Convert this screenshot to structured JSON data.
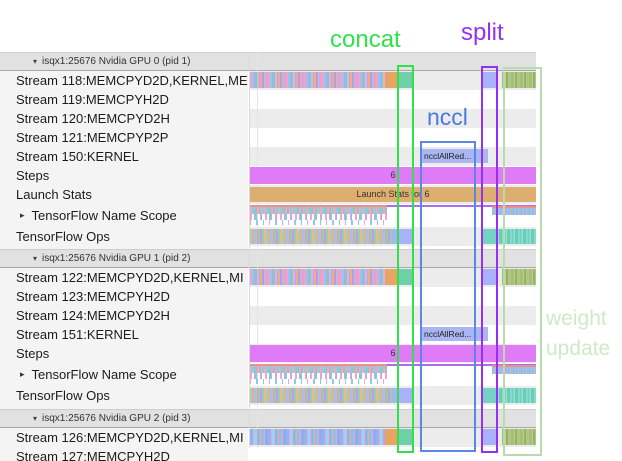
{
  "annotations": {
    "concat": {
      "text": "concat"
    },
    "split": {
      "text": "split"
    },
    "nccl": {
      "text": "nccl"
    },
    "weight_update": {
      "line1": "weight",
      "line2": "update"
    }
  },
  "colors": {
    "concat_green": "#2fe24c",
    "split_purple": "#9333f2",
    "nccl_blue": "#4a7ae0",
    "nccl_box_blue": "#5b87e5",
    "weight_update_green": "#cfe9c7",
    "weight_update_box_green": "#b9d9ae",
    "steps_bar": "#e07bf7",
    "launch_stats_bar": "#dcae6f",
    "nccl_bar_fill": "#a9b6f1"
  },
  "icons": {
    "collapse": "▾",
    "expand": "▸"
  },
  "sections": [
    {
      "header": "isqx1:25676 Nvidia GPU 0 (pid 1)",
      "rows": [
        {
          "label": "Stream 118:MEMCPYD2D,KERNEL,ME",
          "pattern": "stream_busy",
          "shaded": true
        },
        {
          "label": "Stream 119:MEMCPYH2D",
          "pattern": "empty",
          "shaded": false
        },
        {
          "label": "Stream 120:MEMCPYD2H",
          "pattern": "empty",
          "shaded": true
        },
        {
          "label": "Stream 121:MEMCPYP2P",
          "pattern": "empty",
          "shaded": false
        },
        {
          "label": "Stream 150:KERNEL",
          "pattern": "nccl",
          "shaded": true,
          "bar_label": "ncclAllRed..."
        },
        {
          "label": "Steps",
          "pattern": "steps",
          "shaded": false,
          "bar_label": "6"
        },
        {
          "label": "Launch Stats",
          "pattern": "launch",
          "shaded": true,
          "bar_label": "Launch Stats for 6"
        },
        {
          "label": "TensorFlow Name Scope",
          "pattern": "namescope",
          "shaded": false,
          "expandable": true,
          "tall": true
        },
        {
          "label": "TensorFlow Ops",
          "pattern": "ops",
          "shaded": true
        }
      ]
    },
    {
      "header": "isqx1:25676 Nvidia GPU 1 (pid 2)",
      "rows": [
        {
          "label": "Stream 122:MEMCPYD2D,KERNEL,MI",
          "pattern": "stream_busy",
          "shaded": true
        },
        {
          "label": "Stream 123:MEMCPYH2D",
          "pattern": "empty",
          "shaded": false
        },
        {
          "label": "Stream 124:MEMCPYD2H",
          "pattern": "empty",
          "shaded": true
        },
        {
          "label": "Stream 151:KERNEL",
          "pattern": "nccl",
          "shaded": false,
          "bar_label": "ncclAllRed..."
        },
        {
          "label": "Steps",
          "pattern": "steps",
          "shaded": true,
          "bar_label": "6"
        },
        {
          "label": "TensorFlow Name Scope",
          "pattern": "namescope",
          "shaded": false,
          "expandable": true,
          "tall": true
        },
        {
          "label": "TensorFlow Ops",
          "pattern": "ops",
          "shaded": true
        }
      ]
    },
    {
      "header": "isqx1:25676 Nvidia GPU 2 (pid 3)",
      "rows": [
        {
          "label": "Stream 126:MEMCPYD2D,KERNEL,MI",
          "pattern": "stream_busy_blue",
          "shaded": true
        },
        {
          "label": "Stream 127:MEMCPYH2D",
          "pattern": "empty",
          "shaded": false
        }
      ]
    }
  ]
}
